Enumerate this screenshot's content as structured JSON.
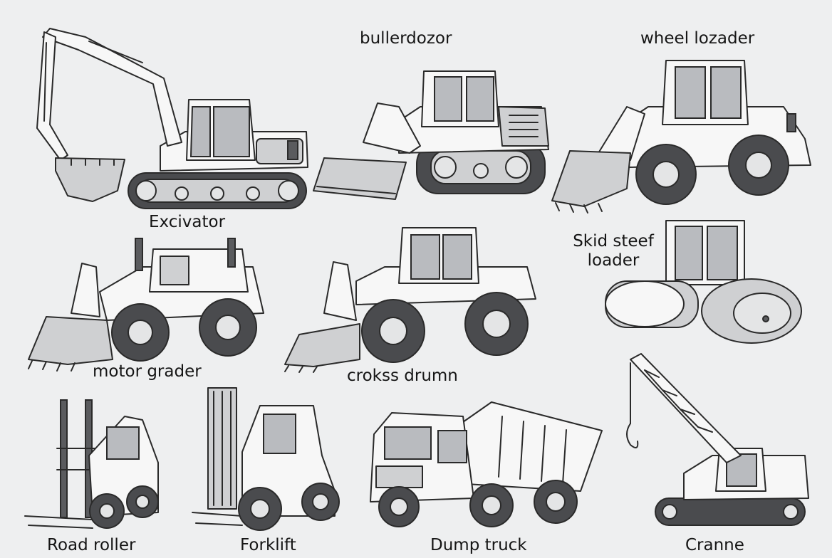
{
  "labels": {
    "excavator": "Excivator",
    "bulldozer": "bullerdozor",
    "wheel_loader": "wheel lozader",
    "skid_steer": "Skid steef\nloader",
    "motor_grader": "motor grader",
    "cross_drum": "crokss drumn",
    "road_roller": "Road roller",
    "forklift": "Forklift",
    "dump_truck": "Dump truck",
    "crane": "Cranne"
  },
  "colors": {
    "background": "#eeeff0",
    "outline": "#2a2a2a",
    "shade": "#cfd0d2",
    "tire": "#4a4b4e"
  }
}
